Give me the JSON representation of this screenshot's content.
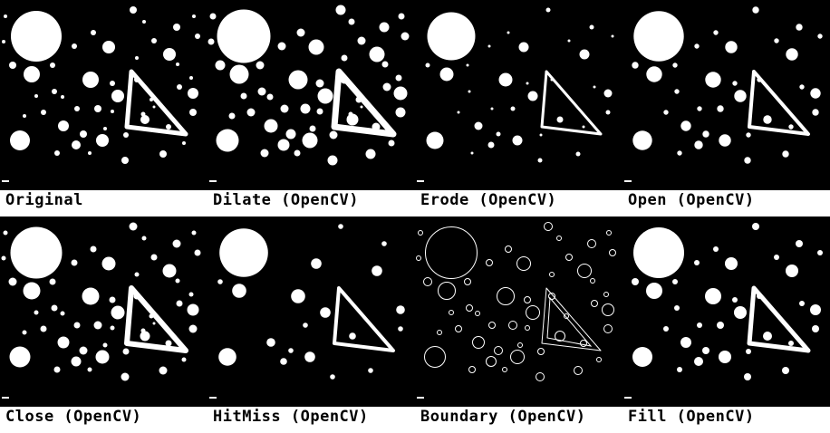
{
  "panels": [
    {
      "label": "Original",
      "variant": "original"
    },
    {
      "label": "Dilate (OpenCV)",
      "variant": "dilate"
    },
    {
      "label": "Erode (OpenCV)",
      "variant": "erode"
    },
    {
      "label": "Open (OpenCV)",
      "variant": "open"
    },
    {
      "label": "Close (OpenCV)",
      "variant": "close"
    },
    {
      "label": "HitMiss (OpenCV)",
      "variant": "hitmiss"
    },
    {
      "label": "Boundary (OpenCV)",
      "variant": "boundary"
    },
    {
      "label": "Fill (OpenCV)",
      "variant": "fill"
    }
  ],
  "colors": {
    "background": "#000000",
    "foreground": "#ffffff",
    "caption_bg": "#ffffff",
    "caption_text": "#000000"
  }
}
